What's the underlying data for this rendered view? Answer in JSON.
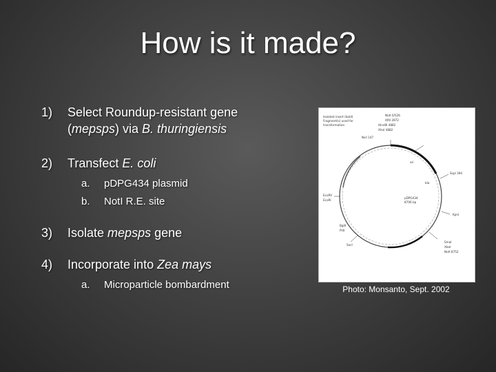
{
  "slide": {
    "title": "How is it made?",
    "items": [
      {
        "num": "1)",
        "text_plain": "Select Roundup-resistant gene",
        "line2_open": "(",
        "line2_em1": "mepsps",
        "line2_mid": ") via ",
        "line2_em2": "B. thuringiensis"
      },
      {
        "num": "2)",
        "text_plain": "Transfect ",
        "text_em": "E. coli",
        "sub": [
          {
            "num": "a.",
            "text": "pDPG434 plasmid"
          },
          {
            "num": "b.",
            "text": "NotI R.E. site"
          }
        ]
      },
      {
        "num": "3)",
        "text_plain": "Isolate ",
        "text_em": "mepsps",
        "text_after": " gene"
      },
      {
        "num": "4)",
        "text_plain": "Incorporate into ",
        "text_em": "Zea mays",
        "sub": [
          {
            "num": "a.",
            "text": "Microparticle bombardment"
          }
        ]
      }
    ]
  },
  "photo": {
    "caption": "Photo: Monsanto, Sept. 2002",
    "plasmid_labels": [
      "Isolated insert (bold)",
      "Fragment(s) used for",
      "transformation",
      "NotI 0/526",
      "AflII 3972",
      "HindIII 4882",
      "XhoI 4882",
      "NsiI 147",
      "SspI 394",
      "bla",
      "ori",
      "pDPG434",
      "8706 bp",
      "EcoRV",
      "EcoRI",
      "BglII",
      "PstI",
      "SacI",
      "KpnI",
      "SmaI",
      "XbaI",
      "NotI 8752"
    ]
  }
}
